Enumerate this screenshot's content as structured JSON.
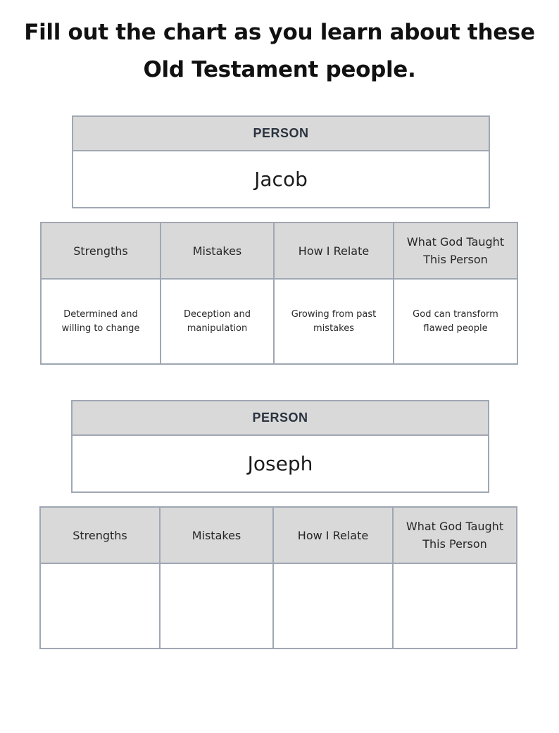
{
  "title": "Fill out the chart as you learn about these Old Testament people.",
  "charts": [
    {
      "person_header": "PERSON",
      "person_name": "Jacob",
      "columns": [
        "Strengths",
        "Mistakes",
        "How I Relate",
        "What God Taught This Person"
      ],
      "cells": [
        "Determined and willing to change",
        "Deception and manipulation",
        "Growing from past mistakes",
        "God can transform flawed people"
      ]
    },
    {
      "person_header": "PERSON",
      "person_name": "Joseph",
      "columns": [
        "Strengths",
        "Mistakes",
        "How I Relate",
        "What God Taught This Person"
      ],
      "cells": [
        "",
        "",
        "",
        ""
      ]
    }
  ]
}
